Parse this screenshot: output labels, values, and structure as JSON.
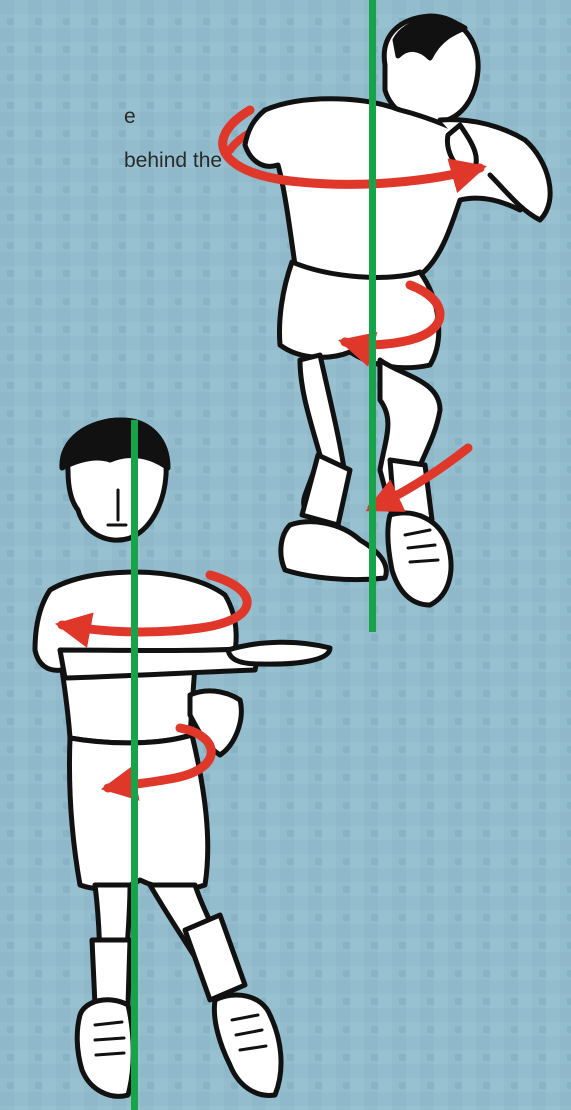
{
  "caption": {
    "line1": "e",
    "line2": "behind the"
  },
  "colors": {
    "background": "#93bccd",
    "background_mottle": "#86b1c2",
    "axis_line": "#16a34a",
    "rotation_arrow": "#e0372b",
    "outline": "#111111",
    "fill": "#ffffff"
  },
  "figures": [
    {
      "name": "jumping-thrower",
      "description_icon": "jumping-person-icon"
    },
    {
      "name": "standing-thrower",
      "description_icon": "standing-person-icon"
    }
  ]
}
